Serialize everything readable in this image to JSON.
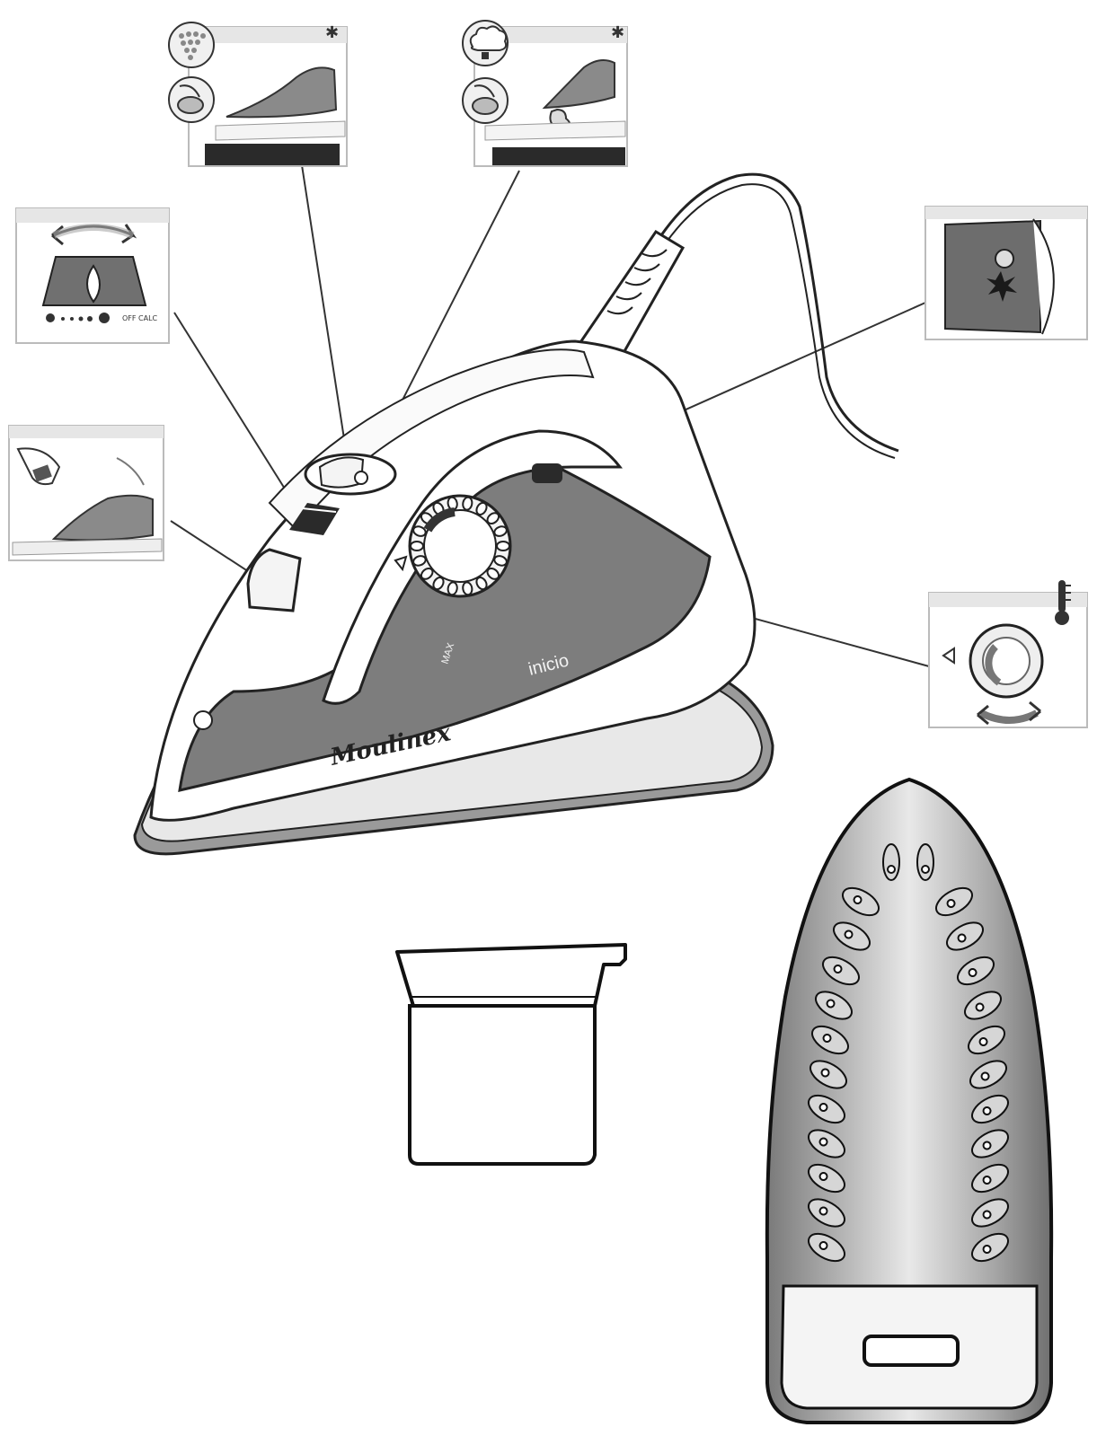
{
  "product": {
    "brand": "Moulinex",
    "model": "inicio",
    "water_level_mark": "MAX",
    "spray_control_legend": "OFF CALC"
  },
  "colors": {
    "body_gray": "#7d7d7d",
    "soleplate_gray": "#9a9a9a",
    "outline": "#1a1a1a",
    "panel_header": "#e6e6e6"
  },
  "callouts": [
    {
      "id": "spray",
      "icon": "spray-dots-icon"
    },
    {
      "id": "steam-burst",
      "icon": "steam-cloud-icon"
    },
    {
      "id": "steam-selector",
      "icon": "rotate-arrow-icon"
    },
    {
      "id": "water-fill",
      "icon": "pour-water-icon"
    },
    {
      "id": "pilot-light",
      "icon": "warning-light-icon"
    },
    {
      "id": "thermostat",
      "icon": "thermometer-icon"
    }
  ],
  "accessories": [
    {
      "id": "measuring-cup",
      "icon": "measuring-cup-icon"
    },
    {
      "id": "soleplate",
      "icon": "soleplate-icon"
    }
  ]
}
